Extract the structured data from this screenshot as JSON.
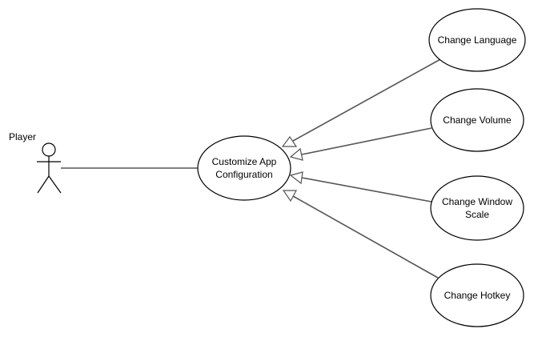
{
  "actor": {
    "name": "Player"
  },
  "main_use_case": {
    "lines": [
      "Customize App",
      "Configuration"
    ]
  },
  "extensions": [
    {
      "id": "language",
      "lines": [
        "Change Language"
      ]
    },
    {
      "id": "volume",
      "lines": [
        "Change Volume"
      ]
    },
    {
      "id": "window-scale",
      "lines": [
        "Change Window",
        "Scale"
      ]
    },
    {
      "id": "hotkey",
      "lines": [
        "Change Hotkey"
      ]
    }
  ],
  "colors": {
    "stroke": "#000000",
    "generalization_stroke": "#555555",
    "background": "#ffffff"
  }
}
